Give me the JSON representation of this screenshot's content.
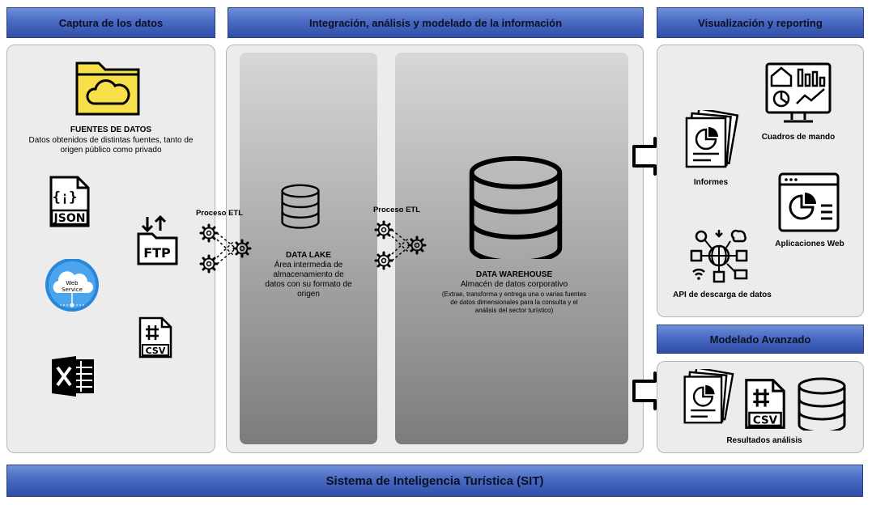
{
  "headers": {
    "capture": "Captura de los datos",
    "integration": "Integración, análisis y modelado de la información",
    "visualization": "Visualización y reporting",
    "advanced": "Modelado Avanzado"
  },
  "sources": {
    "title": "FUENTES DE DATOS",
    "desc": "Datos obtenidos de distintas fuentes, tanto de origen público como privado",
    "json_label": "JSON",
    "ftp_label": "FTP",
    "web_service_label_1": "Web",
    "web_service_label_2": "Service",
    "csv_label": "CSV"
  },
  "etl": {
    "label_1": "Proceso ETL",
    "label_2": "Proceso ETL"
  },
  "lake": {
    "title": "DATA LAKE",
    "desc": "Área intermedia de almacenamiento de datos con su formato de origen"
  },
  "warehouse": {
    "title": "DATA WAREHOUSE",
    "subtitle": "Almacén de datos corporativo",
    "desc": "(Extrae, transforma y entrega una o varias fuentes de datos dimensionales para la consulta y el análisis del sector turístico)"
  },
  "visual": {
    "dashboards": "Cuadros de mando",
    "reports": "Informes",
    "webapps": "Aplicaciones Web",
    "api": "API de descarga de datos"
  },
  "advanced": {
    "results": "Resultados análisis",
    "csv_label": "CSV"
  },
  "footer": "Sistema de Inteligencia Turística (SIT)"
}
